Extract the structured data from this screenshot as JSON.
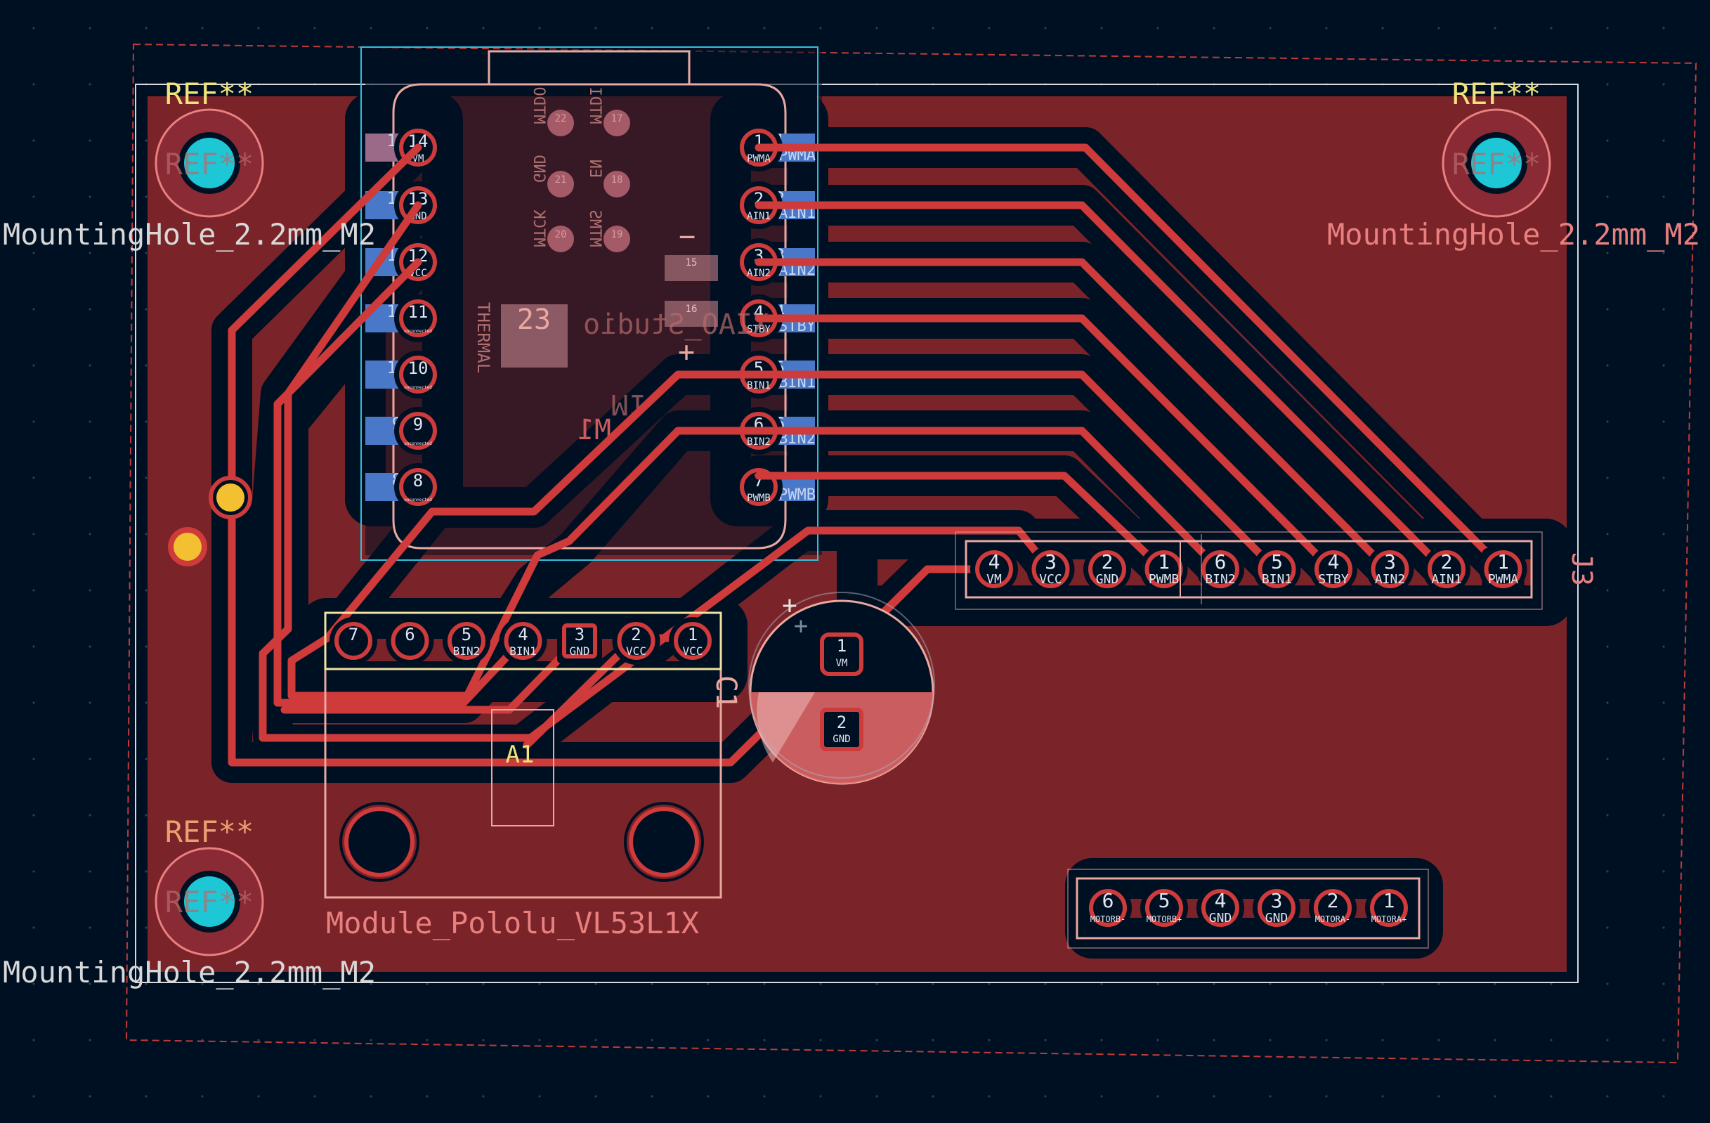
{
  "colors": {
    "background": "#001023",
    "copper": "#7a2328",
    "trace": "#cf3a3a",
    "silk": "#e9a8a0",
    "edge": "#d9d9e0",
    "courtyard": "#33c0dc",
    "pad_blue": "#4a78c8",
    "yellow": "#f2e27a",
    "mount_hole": "#1ec7d6"
  },
  "mounting_holes": [
    {
      "ref": "REF**",
      "value": "MountingHole_2.2mm_M2"
    },
    {
      "ref": "REF**",
      "value": "MountingHole_2.2mm_M2"
    },
    {
      "ref": "REF**",
      "value": "MountingHole_2.2mm_M2"
    }
  ],
  "m1": {
    "ref": "M1",
    "ref_mirror": "M1",
    "footprint_partial": "XIAO_Studio",
    "thermal_label": "THERMAL",
    "thermal_pad": "23",
    "pads_left": [
      {
        "num": "14",
        "net": "VM"
      },
      {
        "num": "13",
        "net": "GND"
      },
      {
        "num": "12",
        "net": "VCC"
      },
      {
        "num": "11",
        "net": "unconnected"
      },
      {
        "num": "10",
        "net": "unconnected"
      },
      {
        "num": "9",
        "net": "unconnected"
      },
      {
        "num": "8",
        "net": "unconnected"
      }
    ],
    "pads_right": [
      {
        "num": "1",
        "net": "PWMA",
        "ext": "PWMA"
      },
      {
        "num": "2",
        "net": "AIN1",
        "ext": "AIN1"
      },
      {
        "num": "3",
        "net": "AIN2",
        "ext": "AIN2"
      },
      {
        "num": "4",
        "net": "STBY",
        "ext": "STBY"
      },
      {
        "num": "5",
        "net": "BIN1",
        "ext": "BIN1"
      },
      {
        "num": "6",
        "net": "BIN2",
        "ext": "BIN2"
      },
      {
        "num": "7",
        "net": "PWMB",
        "ext": "PWMB"
      }
    ],
    "mirrored_labels": [
      "MTDO",
      "MTDI",
      "GND",
      "EN",
      "MTCK",
      "MTMS"
    ],
    "small_pads": [
      "22",
      "17",
      "21",
      "18",
      "20",
      "19"
    ],
    "bottom_pads": [
      "15",
      "16"
    ]
  },
  "j3": {
    "ref": "J3",
    "pins": [
      {
        "num": "4",
        "net": "VM"
      },
      {
        "num": "3",
        "net": "VCC"
      },
      {
        "num": "2",
        "net": "GND"
      },
      {
        "num": "1",
        "net": "PWMB"
      },
      {
        "num": "6",
        "net": "BIN2"
      },
      {
        "num": "5",
        "net": "BIN1"
      },
      {
        "num": "4",
        "net": "STBY"
      },
      {
        "num": "3",
        "net": "AIN2"
      },
      {
        "num": "2",
        "net": "AIN1"
      },
      {
        "num": "1",
        "net": "PWMA"
      }
    ]
  },
  "a1": {
    "ref": "A1",
    "footprint": "Module_Pololu_VL53L1X",
    "pins": [
      {
        "num": "7",
        "net": ""
      },
      {
        "num": "6",
        "net": ""
      },
      {
        "num": "5",
        "net": "BIN2"
      },
      {
        "num": "4",
        "net": "BIN1"
      },
      {
        "num": "3",
        "net": "GND"
      },
      {
        "num": "2",
        "net": "VCC"
      },
      {
        "num": "1",
        "net": "VCC"
      }
    ]
  },
  "c1": {
    "ref": "C1",
    "plus": "+",
    "pins": [
      {
        "num": "1",
        "net": "VM"
      },
      {
        "num": "2",
        "net": "GND"
      }
    ]
  },
  "motor_connector": {
    "pins": [
      {
        "num": "6",
        "net": "MOTORB-"
      },
      {
        "num": "5",
        "net": "MOTORB+"
      },
      {
        "num": "4",
        "net": "GND"
      },
      {
        "num": "3",
        "net": "GND"
      },
      {
        "num": "2",
        "net": "MOTORA-"
      },
      {
        "num": "1",
        "net": "MOTORA+"
      }
    ]
  },
  "misc": {
    "minus": "−",
    "plus": "+"
  }
}
